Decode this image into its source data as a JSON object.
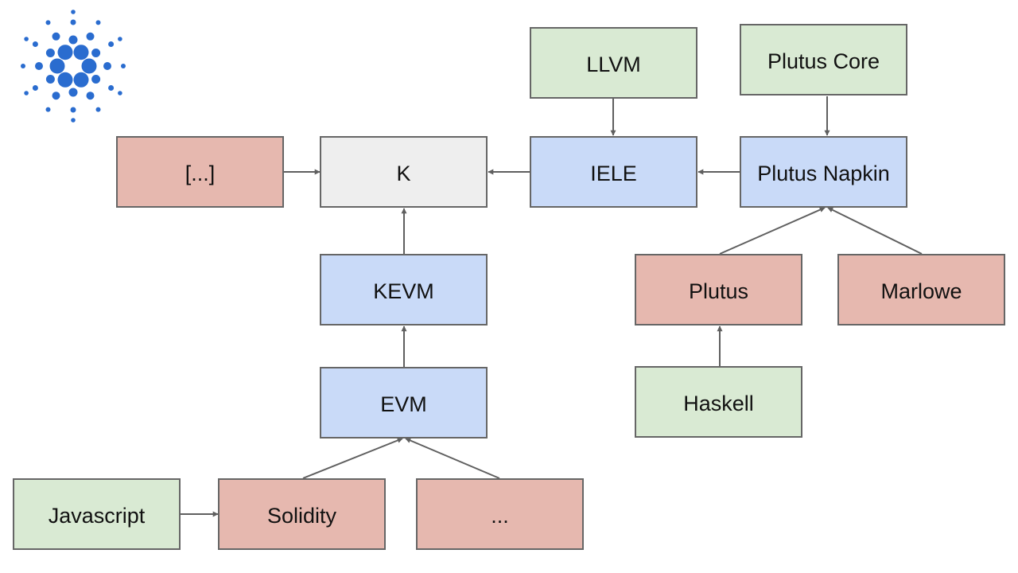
{
  "logo": {
    "name": "cardano-logo",
    "color": "#2a6ccf"
  },
  "palette": {
    "green": "#d9ead3",
    "blue": "#c9daf8",
    "red": "#e6b8af",
    "gray": "#eeeeee",
    "border": "#666666",
    "arrow": "#5f5f5f"
  },
  "nodes": [
    {
      "id": "ellipsis-top",
      "label": "[...]",
      "color": "red"
    },
    {
      "id": "k",
      "label": "K",
      "color": "gray"
    },
    {
      "id": "iele",
      "label": "IELE",
      "color": "blue"
    },
    {
      "id": "plutus-napkin",
      "label": "Plutus Napkin",
      "color": "blue"
    },
    {
      "id": "llvm",
      "label": "LLVM",
      "color": "green"
    },
    {
      "id": "plutus-core",
      "label": "Plutus Core",
      "color": "green"
    },
    {
      "id": "kevm",
      "label": "KEVM",
      "color": "blue"
    },
    {
      "id": "evm",
      "label": "EVM",
      "color": "blue"
    },
    {
      "id": "plutus",
      "label": "Plutus",
      "color": "red"
    },
    {
      "id": "marlowe",
      "label": "Marlowe",
      "color": "red"
    },
    {
      "id": "haskell",
      "label": "Haskell",
      "color": "green"
    },
    {
      "id": "javascript",
      "label": "Javascript",
      "color": "green"
    },
    {
      "id": "solidity",
      "label": "Solidity",
      "color": "red"
    },
    {
      "id": "ellipsis-bottom",
      "label": "...",
      "color": "red"
    }
  ],
  "edges": [
    {
      "from": "ellipsis-top",
      "to": "k"
    },
    {
      "from": "iele",
      "to": "k"
    },
    {
      "from": "plutus-napkin",
      "to": "iele"
    },
    {
      "from": "llvm",
      "to": "iele"
    },
    {
      "from": "plutus-core",
      "to": "plutus-napkin"
    },
    {
      "from": "kevm",
      "to": "k"
    },
    {
      "from": "evm",
      "to": "kevm"
    },
    {
      "from": "solidity",
      "to": "evm"
    },
    {
      "from": "ellipsis-bottom",
      "to": "evm"
    },
    {
      "from": "javascript",
      "to": "solidity"
    },
    {
      "from": "plutus",
      "to": "plutus-napkin"
    },
    {
      "from": "marlowe",
      "to": "plutus-napkin"
    },
    {
      "from": "haskell",
      "to": "plutus"
    }
  ]
}
